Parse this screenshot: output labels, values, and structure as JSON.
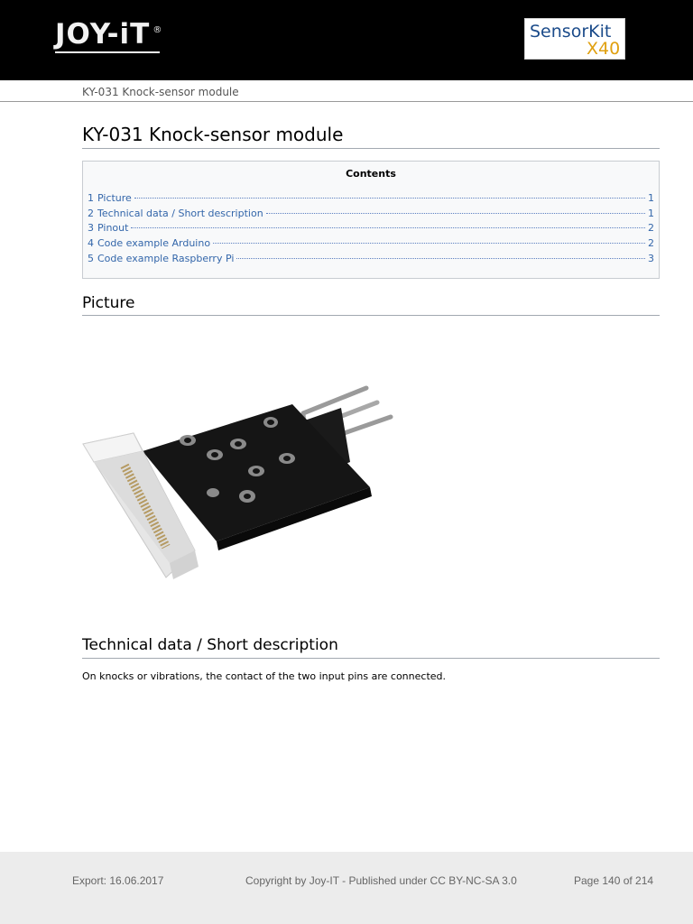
{
  "header": {
    "brand_text": "JOY-iT",
    "brand_registered": "®",
    "kit_line1": "SensorKit",
    "kit_line2": "X40"
  },
  "running_title": "KY-031 Knock-sensor module",
  "page_title": "KY-031 Knock-sensor module",
  "toc": {
    "title": "Contents",
    "items": [
      {
        "num": "1",
        "label": "Picture",
        "page": "1"
      },
      {
        "num": "2",
        "label": "Technical data / Short description",
        "page": "1"
      },
      {
        "num": "3",
        "label": "Pinout",
        "page": "2"
      },
      {
        "num": "4",
        "label": "Code example Arduino",
        "page": "2"
      },
      {
        "num": "5",
        "label": "Code example Raspberry Pi",
        "page": "3"
      }
    ]
  },
  "sections": {
    "picture_heading": "Picture",
    "tech_heading": "Technical data / Short description",
    "tech_text": "On knocks or vibrations, the contact of the two input pins are connected."
  },
  "footer": {
    "export": "Export: 16.06.2017",
    "copyright": "Copyright by Joy-IT - Published under CC BY-NC-SA 3.0",
    "page": "Page 140 of 214"
  },
  "colors": {
    "header_bg": "#000000",
    "link": "#3366aa",
    "kit_blue": "#1b4b8a",
    "kit_gold": "#e0a010",
    "footer_bg": "#ececec"
  }
}
